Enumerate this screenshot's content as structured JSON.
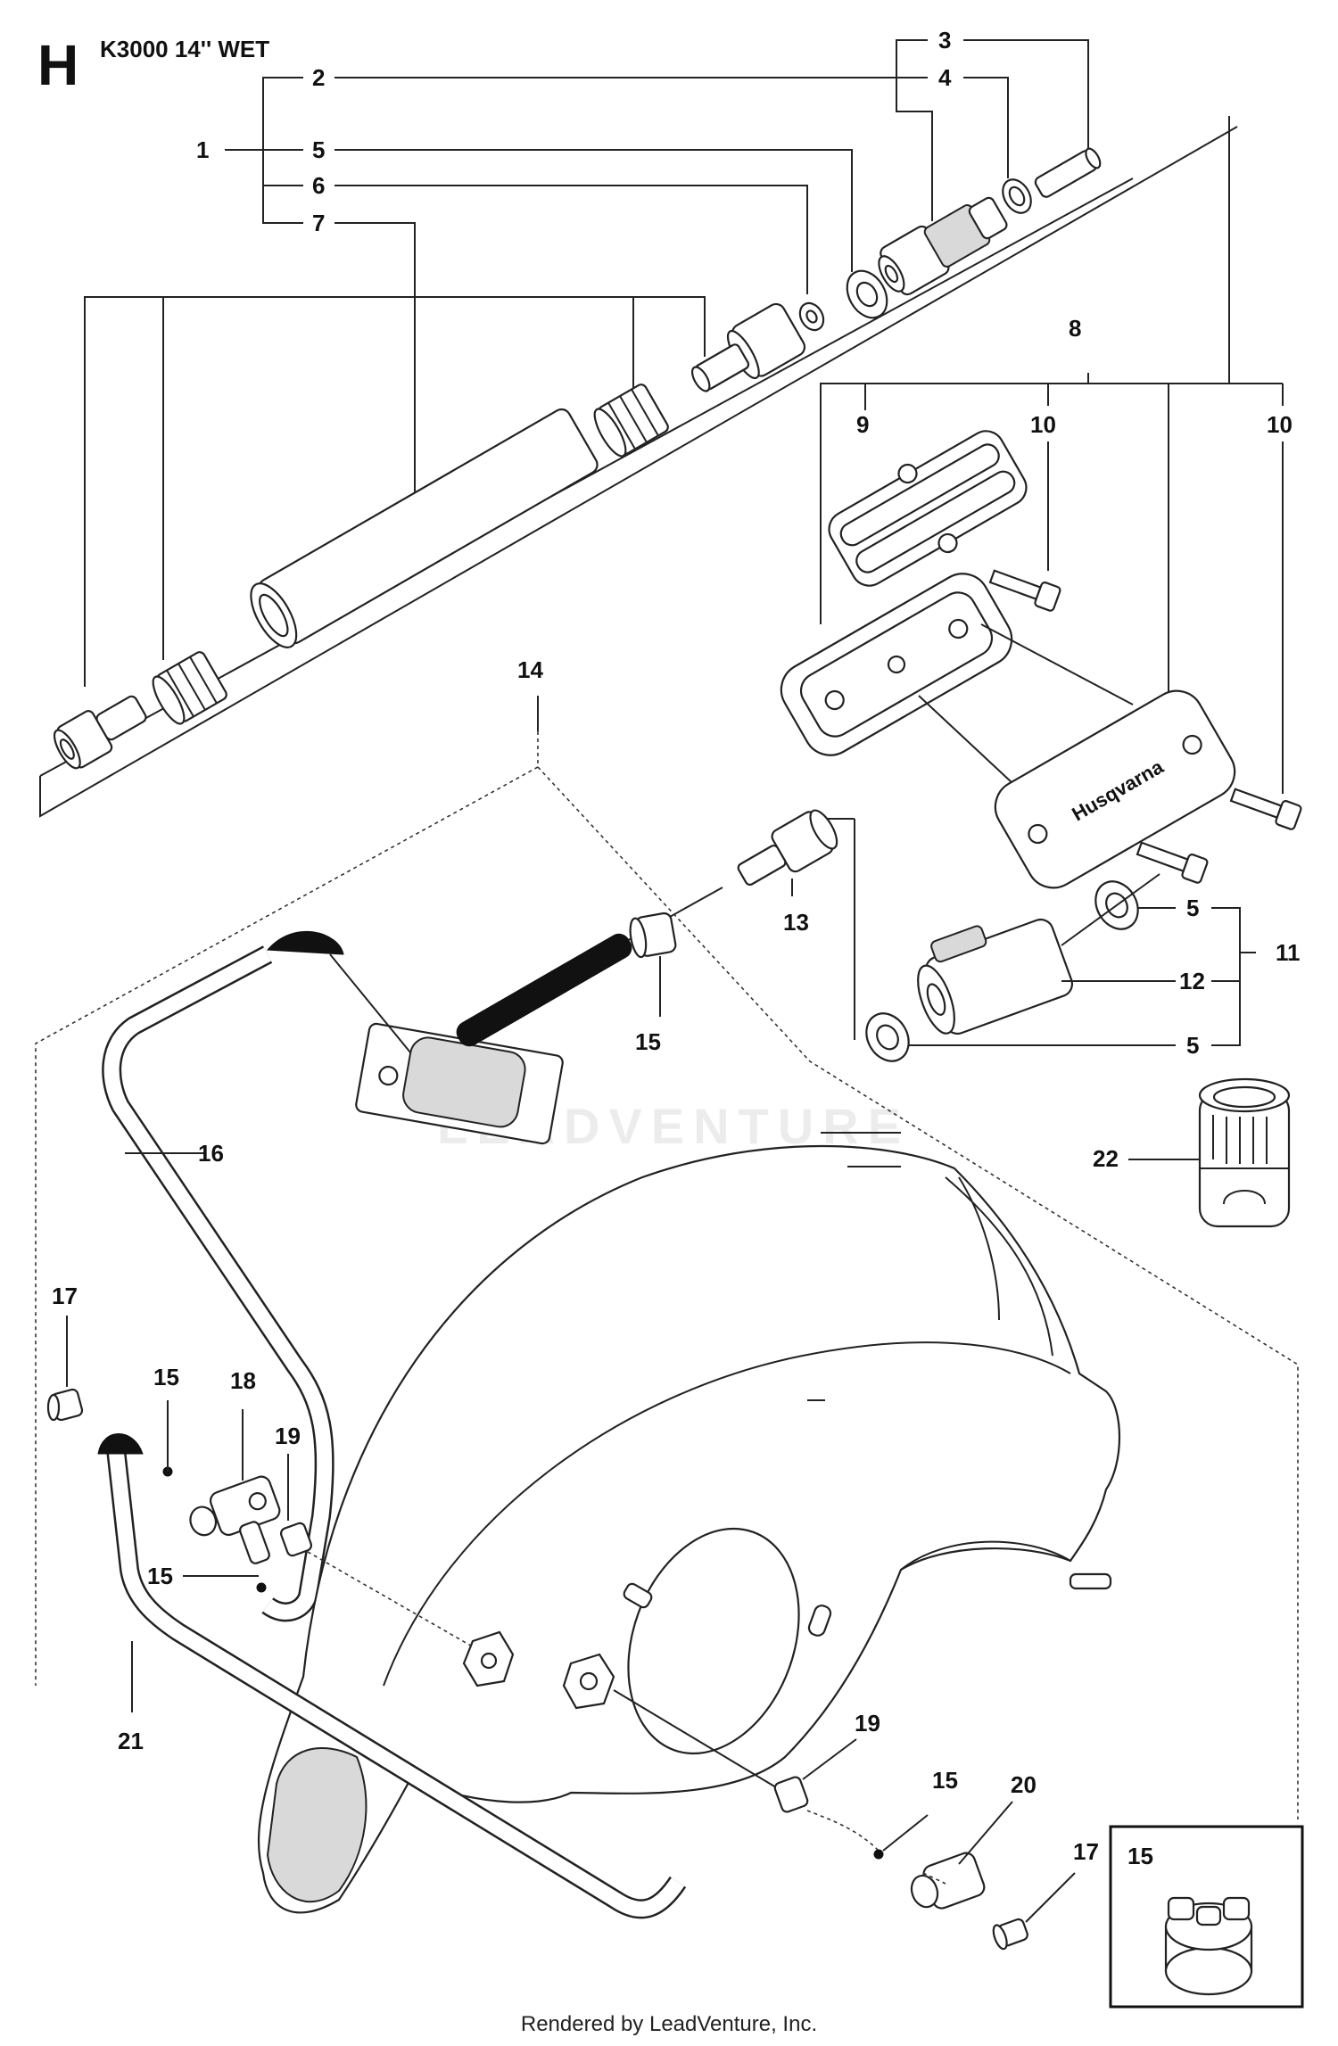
{
  "diagram": {
    "section_letter": "H",
    "title": "K3000 14'' WET",
    "watermark": "LEADVENTURE",
    "footer": "Rendered by LeadVenture, Inc.",
    "callouts": [
      "1",
      "2",
      "3",
      "4",
      "5",
      "6",
      "7",
      "8",
      "9",
      "10",
      "10",
      "5",
      "11",
      "12",
      "5",
      "13",
      "14",
      "15",
      "16",
      "17",
      "15",
      "18",
      "19",
      "15",
      "21",
      "19",
      "15",
      "20",
      "17",
      "22"
    ],
    "inset_label": "15",
    "brand_mark": "Husqvarna"
  }
}
